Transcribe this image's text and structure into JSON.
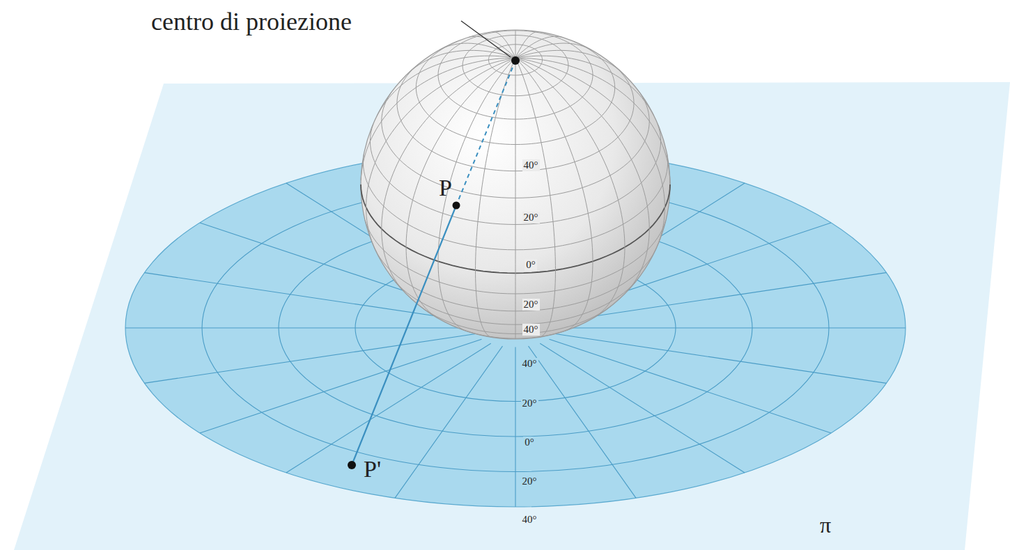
{
  "diagram": {
    "labels": [
      "centro di proiezione",
      "P",
      "P'",
      "40°",
      "20°",
      "0°",
      "20°",
      "40°",
      "40°",
      "20°",
      "0°",
      "20°",
      "40°",
      "π"
    ]
  }
}
